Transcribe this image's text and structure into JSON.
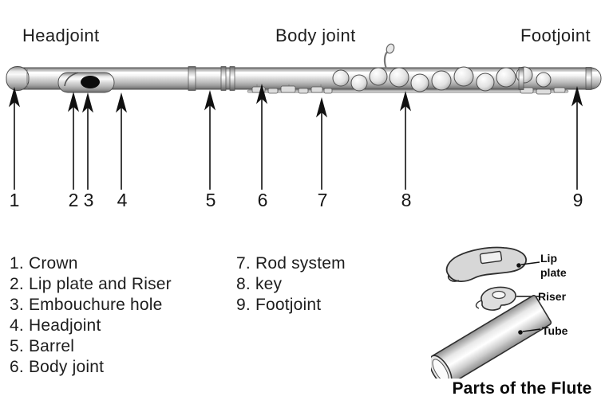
{
  "section_labels": {
    "headjoint": "Headjoint",
    "body_joint": "Body joint",
    "footjoint": "Footjoint"
  },
  "callout_numbers": [
    "1",
    "2",
    "3",
    "4",
    "5",
    "6",
    "7",
    "8",
    "9"
  ],
  "parts_list": {
    "col1": [
      "1. Crown",
      "2. Lip plate and Riser",
      "3. Embouchure hole",
      "4. Headjoint",
      "5. Barrel",
      "6. Body joint"
    ],
    "col2": [
      "7. Rod system",
      "8. key",
      "9. Footjoint"
    ]
  },
  "inset": {
    "lip_line1": "Lip",
    "lip_line2": "plate",
    "riser": "Riser",
    "tube": "Tube",
    "caption": "Parts of the Flute"
  },
  "colors": {
    "text": "#1d1d1d",
    "arrow": "#111111",
    "flute_highlight": "#ffffff",
    "flute_shadow": "#6b6b6b",
    "embouchure_hole": "#0c0c0c"
  }
}
